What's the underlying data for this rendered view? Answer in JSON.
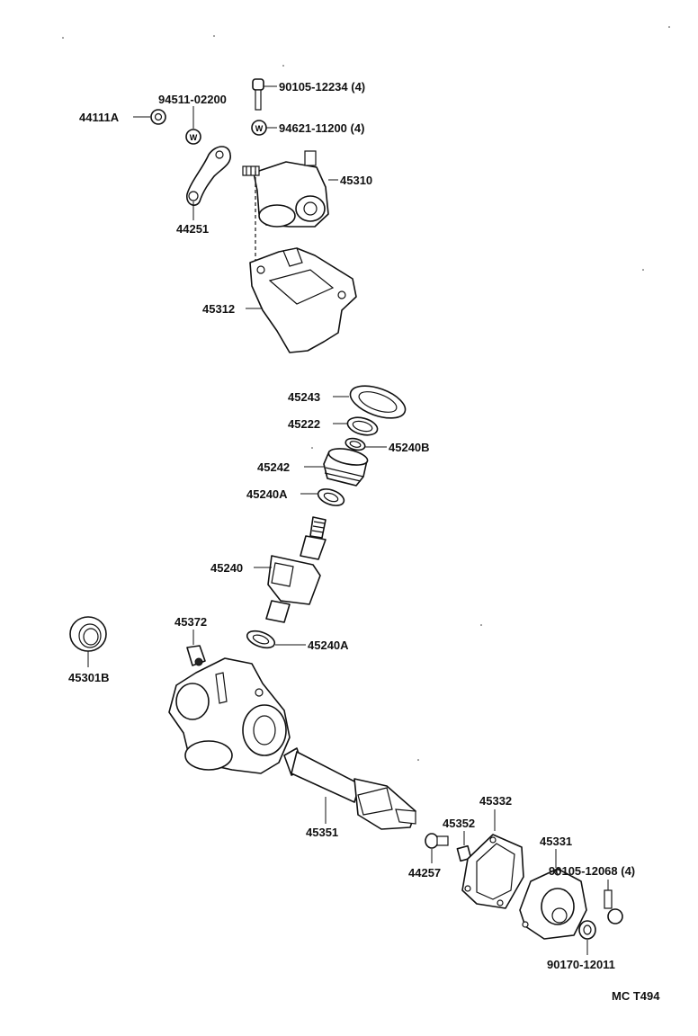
{
  "diagram_code": "MC  T494",
  "washer_mark": "W",
  "labels": {
    "p44111A": "44111A",
    "p94511": "94511-02200",
    "p90105a": "90105-12234 (4)",
    "p94621": "94621-11200 (4)",
    "p45310": "45310",
    "p44251": "44251",
    "p45312": "45312",
    "p45243": "45243",
    "p45222": "45222",
    "p45240B": "45240B",
    "p45242": "45242",
    "p45240A1": "45240A",
    "p45240": "45240",
    "p45372": "45372",
    "p45240A2": "45240A",
    "p45301B": "45301B",
    "p45351": "45351",
    "p45332": "45332",
    "p45352": "45352",
    "p45331": "45331",
    "p44257": "44257",
    "p90105b": "90105-12068 (4)",
    "p90170": "90170-12011"
  }
}
